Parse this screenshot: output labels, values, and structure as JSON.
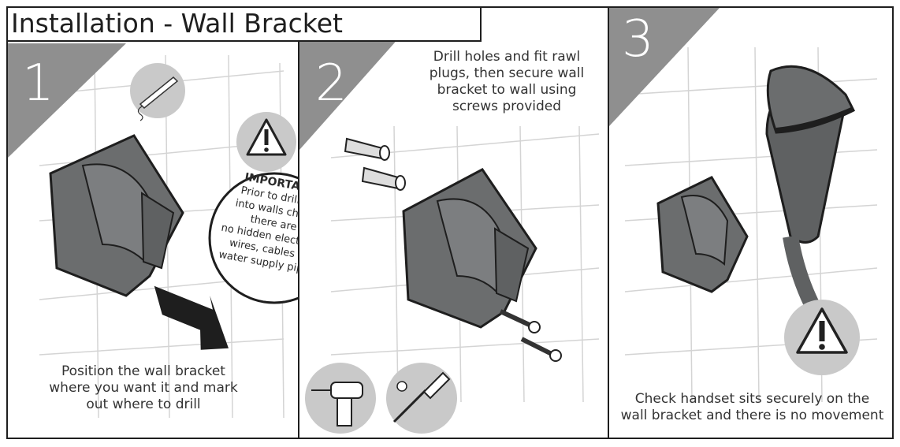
{
  "title": "Installation - Wall Bracket",
  "colors": {
    "accent": "#8f8f8f",
    "line": "#1e1e1e",
    "bracket": "#6b6d6e",
    "tile": "#cfcfcf"
  },
  "steps": [
    {
      "number": "1",
      "caption": [
        "Position the wall bracket",
        "where you want it and mark",
        "out where to drill"
      ]
    },
    {
      "number": "2",
      "caption": [
        "Drill holes and fit rawl",
        "plugs, then secure wall",
        "bracket to wall using",
        "screws provided"
      ]
    },
    {
      "number": "3",
      "caption": [
        "Check handset sits securely on the",
        "wall bracket and there is no movement"
      ]
    }
  ],
  "important": {
    "heading": "IMPORTANT",
    "lines": [
      "Prior to drilling",
      "into walls check",
      "there are",
      "no hidden electrical",
      "wires, cables or",
      "water supply pipes"
    ]
  },
  "icons": [
    "pencil-icon",
    "warning-icon",
    "rawl-plug-icon",
    "screw-icon",
    "drill-icon",
    "screwdriver-icon",
    "arrow-icon",
    "shower-handset-icon"
  ]
}
